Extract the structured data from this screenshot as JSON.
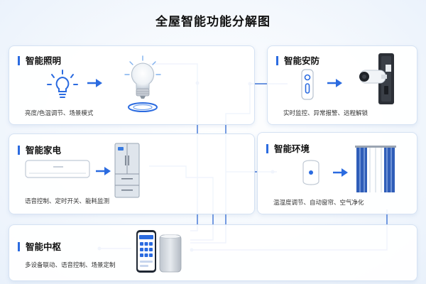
{
  "title": "全屋智能功能分解图",
  "colors": {
    "accent": "#2b6be0",
    "line": "#3d73d6"
  },
  "cards": {
    "lighting": {
      "title": "智能照明",
      "desc": "亮度/色温调节、场景模式"
    },
    "security": {
      "title": "智能安防",
      "desc": "实时监控、异常报警、远程解锁"
    },
    "appliance": {
      "title": "智能家电",
      "desc": "语音控制、定时开关、能耗监测"
    },
    "environment": {
      "title": "智能环境",
      "desc": "温湿度调节、自动窗帘、空气净化"
    },
    "hub": {
      "title": "智能中枢",
      "desc": "多设备联动、语音控制、场景定制"
    }
  }
}
